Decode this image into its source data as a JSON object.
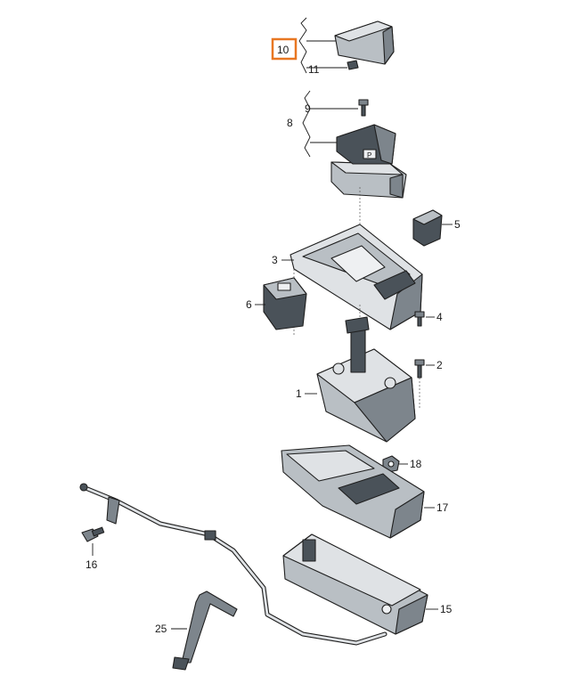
{
  "callouts": {
    "c1": "1",
    "c2": "2",
    "c3": "3",
    "c4": "4",
    "c5": "5",
    "c6": "6",
    "c8": "8",
    "c9": "9",
    "c10": "10",
    "c11": "11",
    "c15": "15",
    "c16": "16",
    "c17": "17",
    "c18": "18",
    "c25": "25"
  },
  "highlight_color": "#e87722"
}
